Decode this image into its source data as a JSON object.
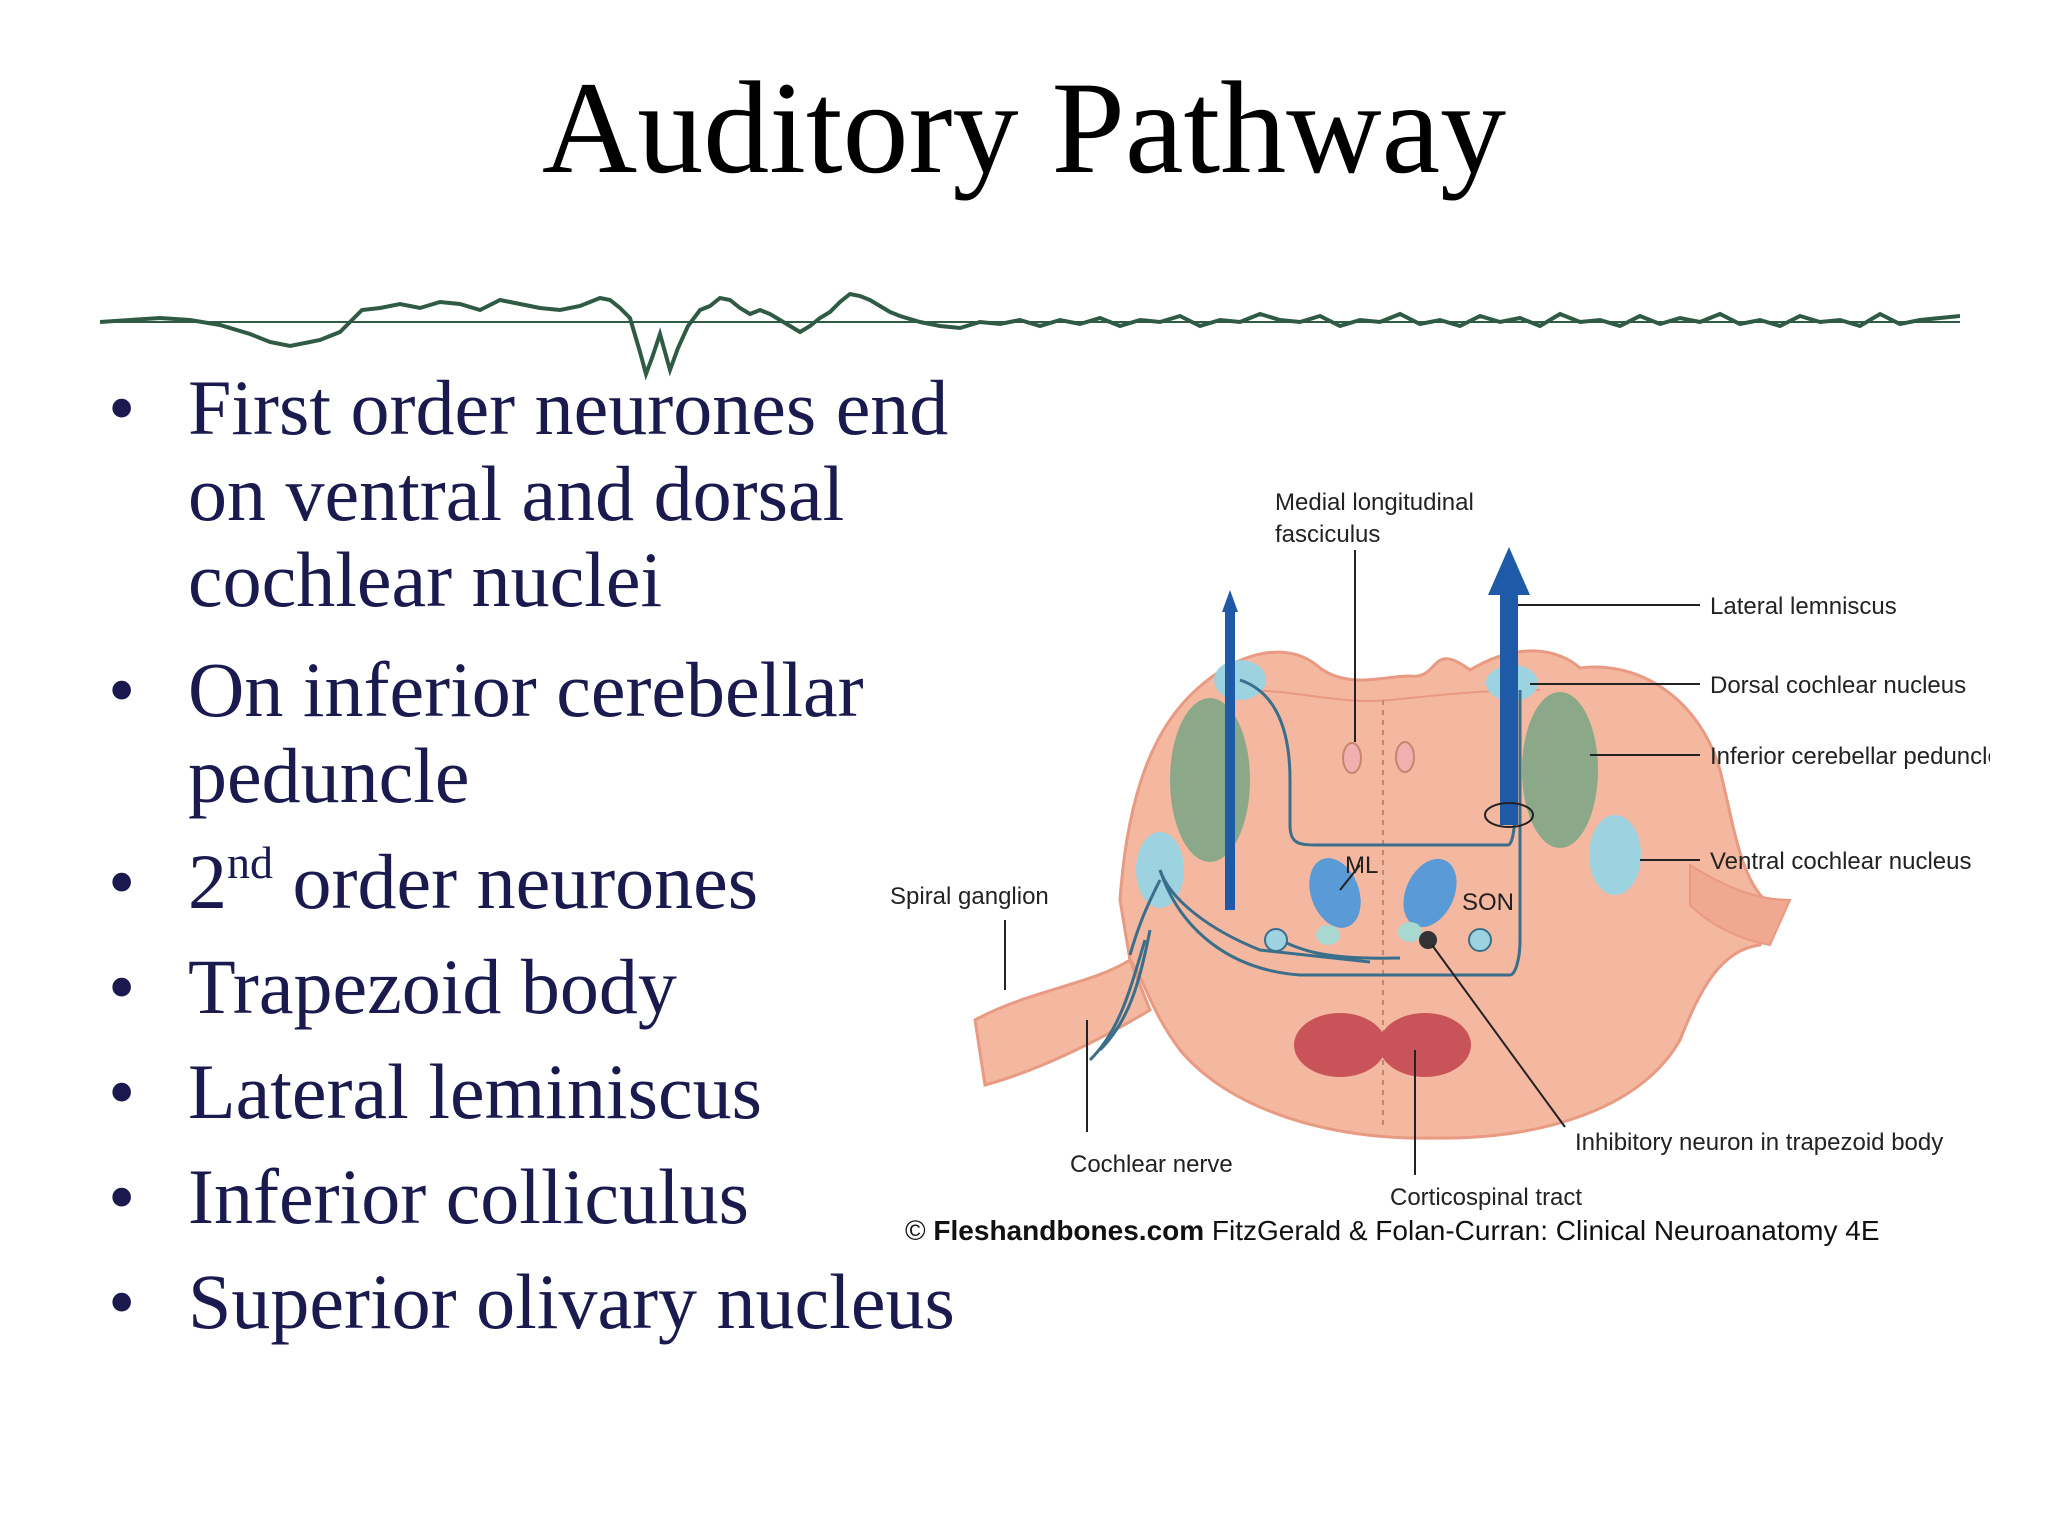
{
  "slide": {
    "title": "Auditory Pathway",
    "bullet_char": "•",
    "bullets": [
      {
        "lines": [
          "First order neurones end",
          "on ventral and dorsal",
          "cochlear nuclei"
        ]
      },
      {
        "lines": [
          "On inferior cerebellar",
          "peduncle"
        ]
      },
      {
        "prefix": "2",
        "sup": "nd",
        "text": " order neurones"
      },
      {
        "text": "Trapezoid body"
      },
      {
        "text": "Lateral leminiscus"
      },
      {
        "text": "Inferior colliculus"
      },
      {
        "text": "Superior olivary nucleus"
      }
    ]
  },
  "diagram": {
    "labels": {
      "mlf_line1": "Medial longitudinal",
      "mlf_line2": "fasciculus",
      "lateral_lemniscus": "Lateral lemniscus",
      "dorsal_cochlear": "Dorsal cochlear nucleus",
      "inferior_cerebellar": "Inferior cerebellar peduncle",
      "ventral_cochlear": "Ventral cochlear nucleus",
      "spiral_ganglion": "Spiral ganglion",
      "ml": "ML",
      "son": "SON",
      "inhibitory": "Inhibitory neuron in trapezoid body",
      "cochlear_nerve": "Cochlear nerve",
      "corticospinal": "Corticospinal tract"
    },
    "credit_symbol": "©",
    "credit_bold": "Fleshandbones.com",
    "credit_rest": "FitzGerald & Folan-Curran: Clinical Neuroanatomy 4E"
  },
  "colors": {
    "title": "#000000",
    "bullet_text": "#1a1a4e",
    "wave": "#2f5b45",
    "tissue": "#f4b8a0",
    "tissue_edge": "#e89a82",
    "peduncle": "#8ba888",
    "nucleus": "#9dd3e0",
    "arrow": "#1e5aa8",
    "pyramid": "#c8545a"
  }
}
